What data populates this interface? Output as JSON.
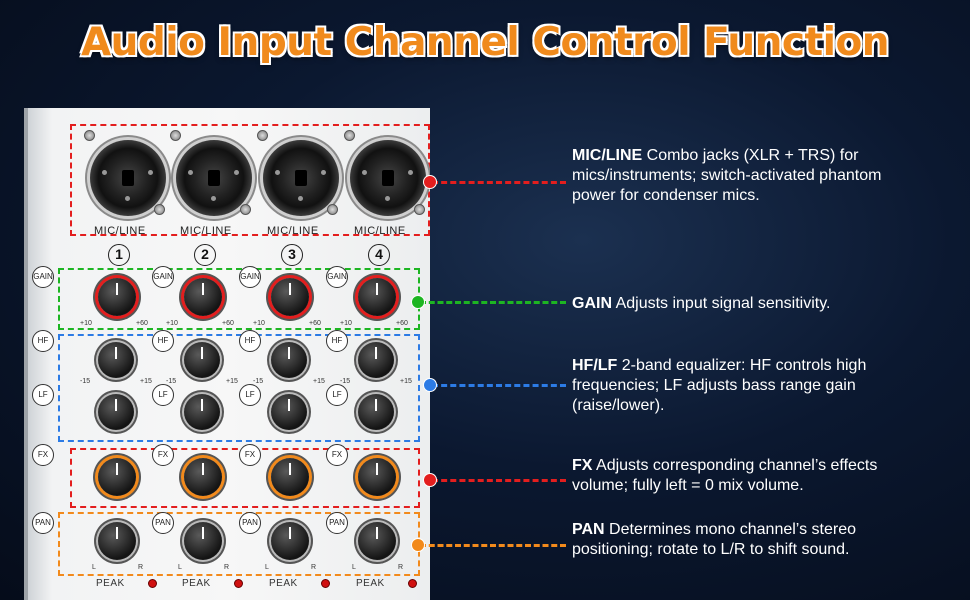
{
  "title": "Audio Input Channel Control Function",
  "colors": {
    "title": "#f08a1c",
    "red": "#e31e1e",
    "green": "#1db522",
    "blue": "#2c7be5",
    "orange": "#f28a1c"
  },
  "mixer": {
    "jack_label": "MIC/LINE",
    "channels": [
      "1",
      "2",
      "3",
      "4"
    ],
    "tag_gain": "GAIN",
    "tag_hf": "HF",
    "tag_lf": "LF",
    "tag_fx": "FX",
    "tag_pan": "PAN",
    "gain_scale": [
      "+10",
      "+60"
    ],
    "eq_scale": [
      "-15",
      "+15"
    ],
    "pan_scale": [
      "L",
      "R"
    ],
    "peak_label": "PEAK"
  },
  "annotations": [
    {
      "key": "MIC/LINE",
      "text": " Combo jacks (XLR + TRS) for mics/instruments; switch-activated phantom power for condenser mics.",
      "color": "red"
    },
    {
      "key": "GAIN",
      "text": " Adjusts input signal sensitivity.",
      "color": "green"
    },
    {
      "key": "HF/LF",
      "text": " 2-band equalizer: HF controls high frequencies; LF adjusts bass range gain (raise/lower).",
      "color": "blue"
    },
    {
      "key": "FX",
      "text": " Adjusts corresponding channel’s effects volume; fully left = 0 mix volume.",
      "color": "red"
    },
    {
      "key": "PAN",
      "text": " Determines mono channel’s stereo positioning; rotate to L/R to shift sound.",
      "color": "orange"
    }
  ]
}
